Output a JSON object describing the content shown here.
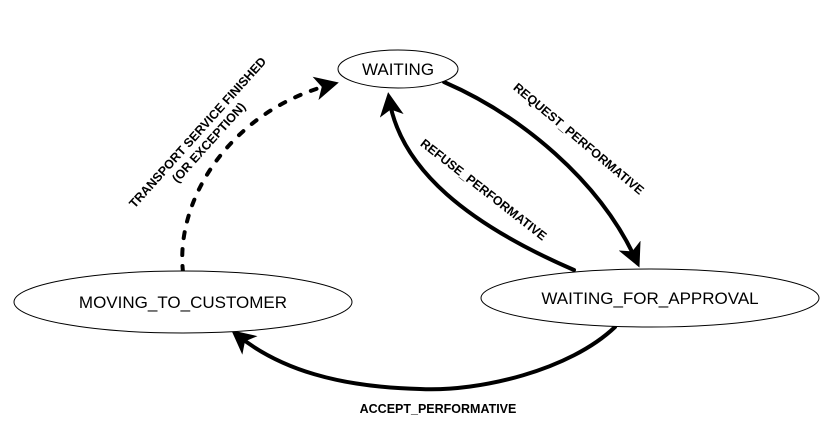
{
  "nodes": {
    "waiting": "WAITING",
    "waiting_for_approval": "WAITING_FOR_APPROVAL",
    "moving_to_customer": "MOVING_TO_CUSTOMER"
  },
  "edges": {
    "request": "REQUEST_PERFORMATIVE",
    "refuse": "REFUSE_PERFORMATIVE",
    "accept": "ACCEPT_PERFORMATIVE",
    "transport_line1": "TRANSPORT SERVICE FINISHED",
    "transport_line2": "(OR EXCEPTION)"
  }
}
